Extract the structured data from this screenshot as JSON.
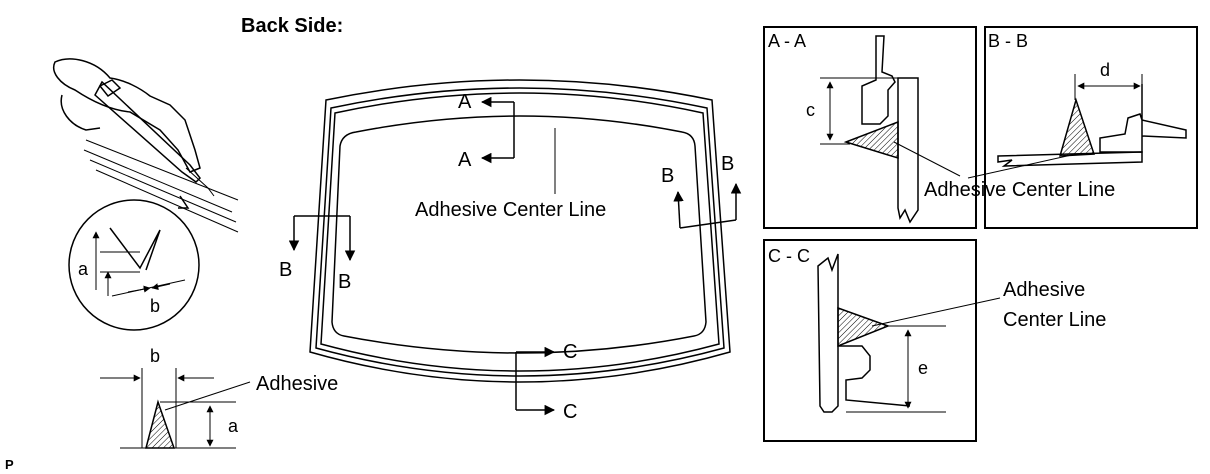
{
  "title": "Back Side:",
  "labels": {
    "adhesive_center_line": "Adhesive Center Line",
    "adhesive_center_line_line1": "Adhesive",
    "adhesive_center_line_line2": "Center Line",
    "adhesive": "Adhesive",
    "a": "a",
    "b": "b",
    "c": "c",
    "d": "d",
    "e": "e"
  },
  "sections": {
    "A": "A",
    "B": "B",
    "C": "C"
  },
  "panels": {
    "aa": "A - A",
    "bb": "B - B",
    "cc": "C - C"
  },
  "figure_code": "P"
}
